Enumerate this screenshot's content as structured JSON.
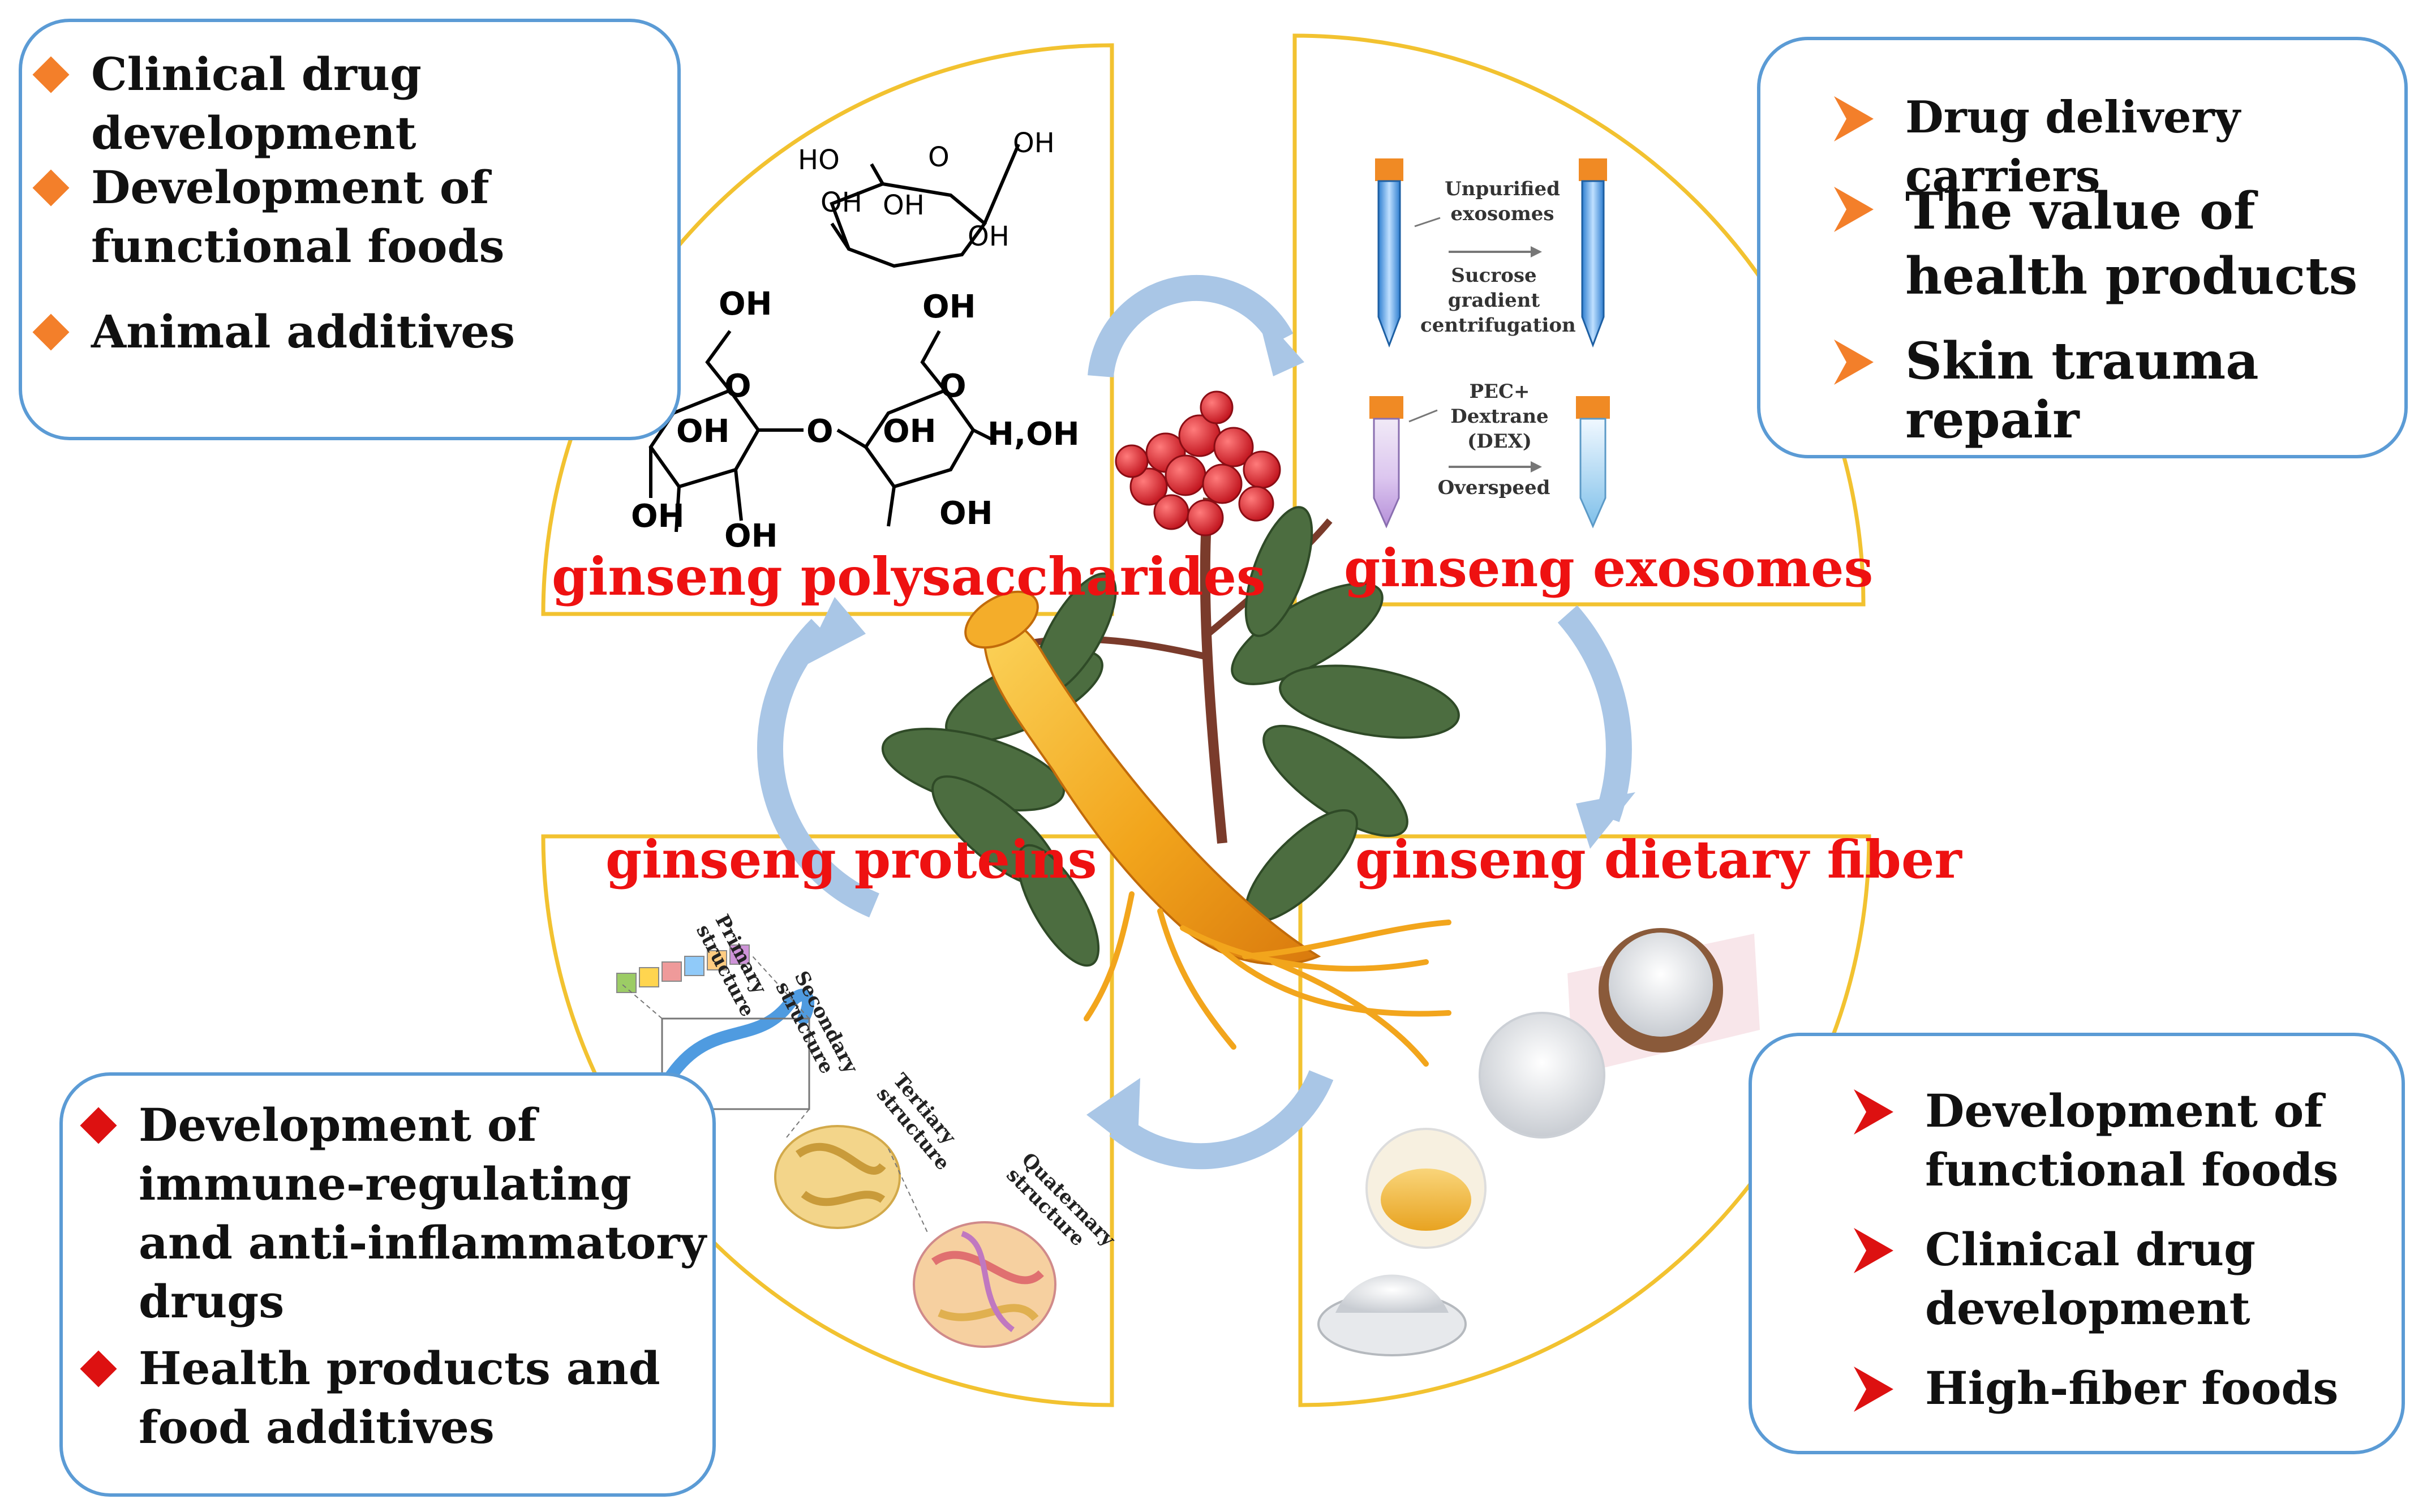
{
  "colors": {
    "quadrant_border": "#f2c230",
    "box_border": "#5b9bd5",
    "title_red": "#ee1111",
    "orange_bullet": "#f37f2a",
    "red_bullet": "#dd1111",
    "arrow_blue": "#a9c6e6",
    "root_gold": "#f2a51c",
    "leaf_green": "#4c6d40",
    "berry_red": "#d91f2a"
  },
  "quadrants": {
    "polysaccharides": {
      "label": "ginseng polysaccharides"
    },
    "exosomes": {
      "label": "ginseng exosomes"
    },
    "proteins": {
      "label": "ginseng proteins"
    },
    "fiber": {
      "label": "ginseng dietary fiber"
    }
  },
  "chem": {
    "OH": "OH",
    "HO": "HO",
    "O": "O",
    "H2OH": "H,OH"
  },
  "exosome_steps": {
    "unpurified": "Unpurified exosomes",
    "sucrose": "Sucrose gradient centrifugation",
    "pec": "PEC+ Dextrane (DEX)",
    "overspeed": "Overspeed"
  },
  "protein_structures": {
    "primary": "Primary structure",
    "secondary": "Secondary structure",
    "tertiary": "Tertiary structure",
    "quaternary": "Quaternary structure"
  },
  "boxes": {
    "top_left": {
      "icon": "orange-diamond-bullet-icon",
      "items": [
        "Clinical drug development",
        "Development of functional foods",
        "Animal additives"
      ]
    },
    "top_right": {
      "icon": "orange-arrow-bullet-icon",
      "items": [
        "Drug delivery carriers",
        "The value of health products",
        "Skin trauma repair"
      ]
    },
    "bottom_left": {
      "icon": "red-diamond-bullet-icon",
      "items": [
        "Development of immune-regulating and anti-inflammatory drugs",
        "Health products and food additives"
      ]
    },
    "bottom_right": {
      "icon": "red-arrow-bullet-icon",
      "items": [
        "Development of functional foods",
        "Clinical drug development",
        "High-fiber foods"
      ]
    }
  }
}
